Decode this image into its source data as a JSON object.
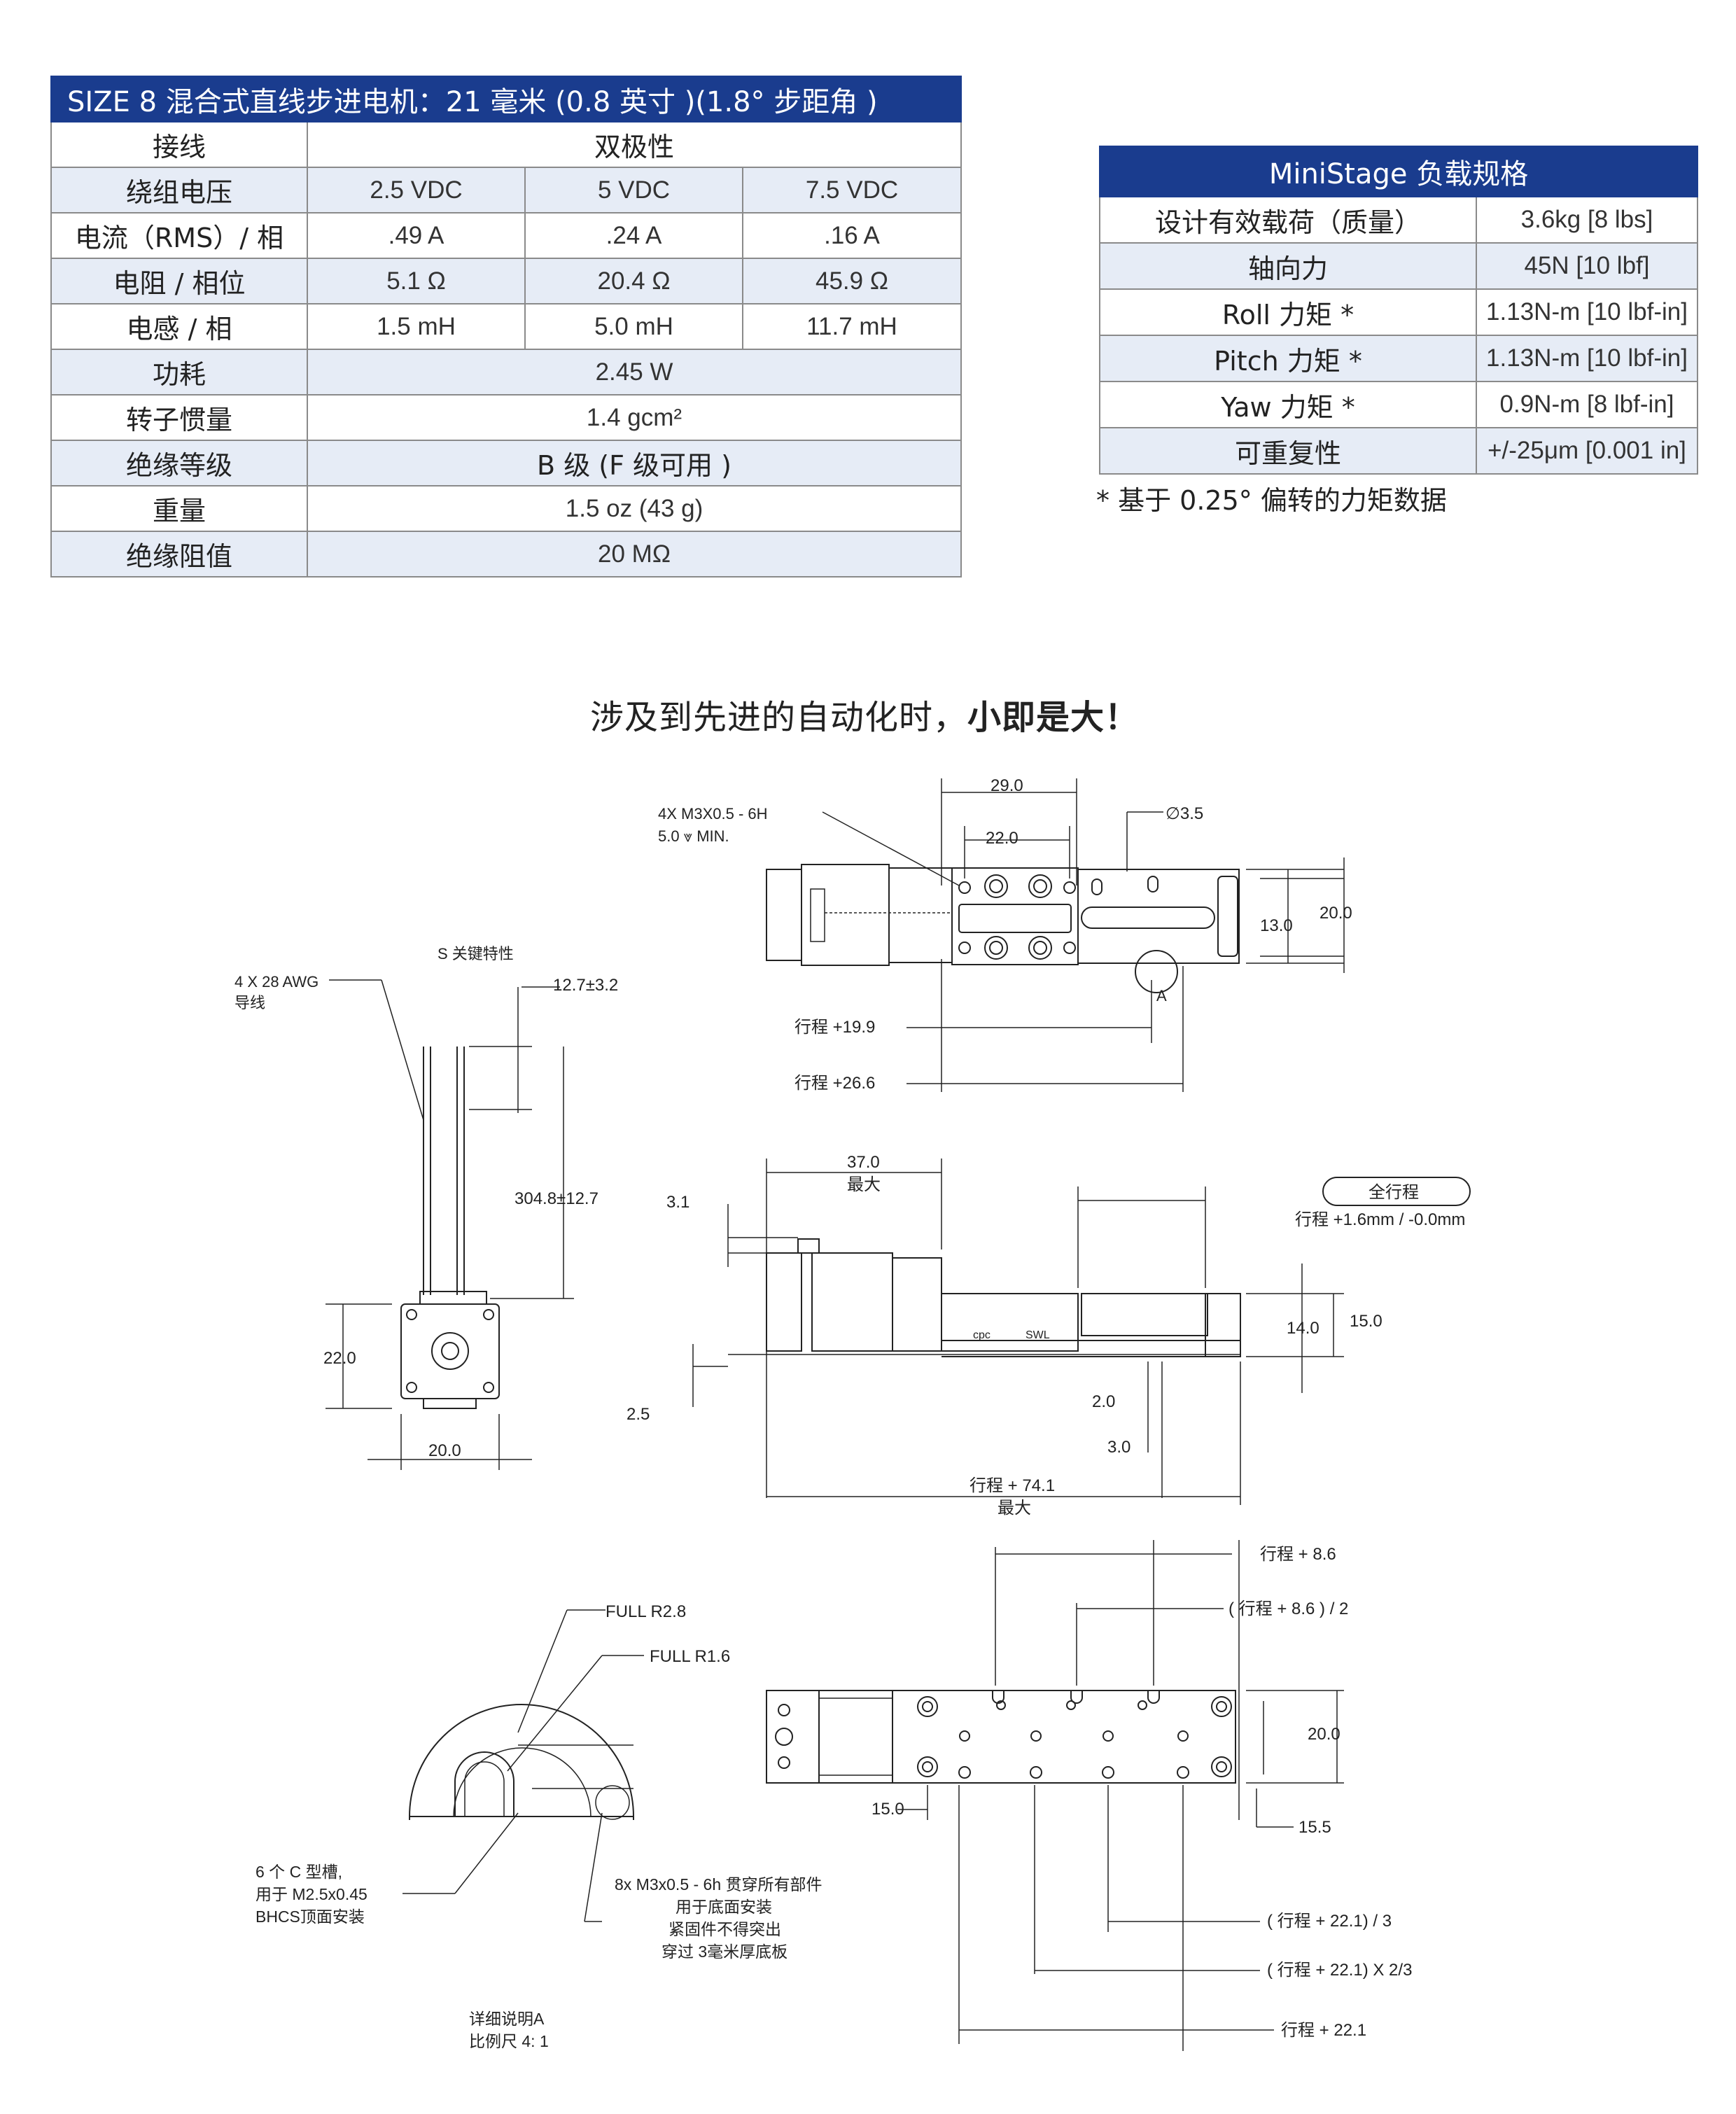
{
  "motor_table": {
    "title": "SIZE 8 混合式直线步进电机：21 毫米 (0.8 英寸 )(1.8° 步距角 )",
    "rows": [
      {
        "label": "接线",
        "value": "双极性"
      },
      {
        "label": "绕组电压",
        "values": [
          "2.5 VDC",
          "5 VDC",
          "7.5 VDC"
        ]
      },
      {
        "label": "电流（RMS）/ 相",
        "values": [
          ".49 A",
          ".24 A",
          ".16 A"
        ]
      },
      {
        "label": "电阻 / 相位",
        "values": [
          "5.1 Ω",
          "20.4 Ω",
          "45.9 Ω"
        ]
      },
      {
        "label": "电感 / 相",
        "values": [
          "1.5 mH",
          "5.0 mH",
          "11.7 mH"
        ]
      },
      {
        "label": "功耗",
        "value": "2.45 W"
      },
      {
        "label": "转子惯量",
        "value": "1.4 gcm²"
      },
      {
        "label": "绝缘等级",
        "value": "B 级 (F 级可用 )"
      },
      {
        "label": "重量",
        "value": "1.5 oz (43 g)"
      },
      {
        "label": "绝缘阻值",
        "value": "20 MΩ"
      }
    ]
  },
  "stage_table": {
    "title": "MiniStage 负载规格",
    "rows": [
      {
        "label": "设计有效载荷（质量）",
        "value": "3.6kg  [8 lbs]"
      },
      {
        "label": "轴向力",
        "value": "45N  [10 lbf]"
      },
      {
        "label": "Roll 力矩 *",
        "value": "1.13N-m [10 lbf-in]"
      },
      {
        "label": "Pitch 力矩 *",
        "value": "1.13N-m [10 lbf-in]"
      },
      {
        "label": "Yaw 力矩 *",
        "value": "0.9N-m [8 lbf-in]"
      },
      {
        "label": "可重复性",
        "value": "+/-25μm [0.001 in]"
      }
    ],
    "footnote": "* 基于 0.25° 偏转的力矩数据"
  },
  "slogan": {
    "text": "涉及到先进的自动化时，",
    "bold": "小即是大！"
  },
  "drawing": {
    "top_view": {
      "hole_note_1": "4X M3X0.5 - 6H",
      "hole_note_2": "5.0  ⩔  MIN.",
      "dim_29": "29.0",
      "dim_22": "22.0",
      "dim_dia": "∅3.5",
      "dim_13": "13.0",
      "dim_20": "20.0",
      "detail_label": "A",
      "stroke_19_9": "行程 +19.9",
      "stroke_26_6": "行程 +26.6"
    },
    "motor_end_view": {
      "wire_note_1": "4 X 28 AWG",
      "wire_note_2": "导线",
      "s_feature": "S 关键特性",
      "dim_12_7": "12.7±3.2",
      "dim_304_8": "304.8±12.7",
      "dim_22": "22.0",
      "dim_20": "20.0"
    },
    "side_view": {
      "dim_37": "37.0",
      "max_1": "最大",
      "dim_3_1": "3.1",
      "full_stroke": "全行程",
      "full_stroke_tol": "行程 +1.6mm / -0.0mm",
      "dim_14": "14.0",
      "dim_15": "15.0",
      "dim_2_5": "2.5",
      "dim_2_0": "2.0",
      "dim_3_0": "3.0",
      "stroke_74_1": "行程 + 74.1",
      "max_2": "最大",
      "label_cpc": "cpc",
      "label_swl": "SWL"
    },
    "bottom_view": {
      "stroke_8_6": "行程 + 8.6",
      "stroke_8_6_half": "( 行程 + 8.6 ) / 2",
      "dim_20": "20.0",
      "dim_15_0": "15.0",
      "dim_15_5": "15.5",
      "third": "( 行程 + 22.1) / 3",
      "two_third": "( 行程 + 22.1) X 2/3",
      "stroke_22_1": "行程 + 22.1"
    },
    "detail_view": {
      "full_r28": "FULL R2.8",
      "full_r16": "FULL R1.6",
      "c_slot_1": "6 个 C 型槽,",
      "c_slot_2": "用于 M2.5x0.45",
      "c_slot_3": "BHCS顶面安装",
      "tap_1": "8x M3x0.5 - 6h 贯穿所有部件",
      "tap_2": "用于底面安装",
      "tap_3": "紧固件不得突出",
      "tap_4": "穿过 3毫米厚底板",
      "detail_name": "详细说明A",
      "scale": "比例尺 4: 1"
    }
  },
  "colors": {
    "header": "#1a3c8e",
    "row_alt": "#e6ecf6",
    "line": "#222222"
  }
}
